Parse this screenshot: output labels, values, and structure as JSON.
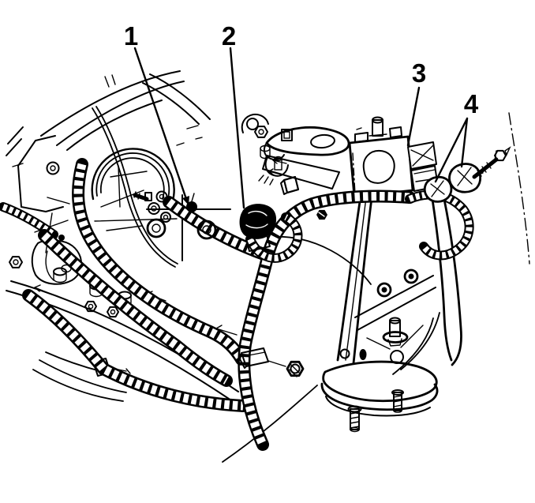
{
  "illustration": {
    "background_color": "#ffffff",
    "line_color": "#000000",
    "kind": "engine-harness-line-drawing"
  },
  "callouts": [
    {
      "label": "1"
    },
    {
      "label": "2"
    },
    {
      "label": "3"
    },
    {
      "label": "4"
    }
  ]
}
